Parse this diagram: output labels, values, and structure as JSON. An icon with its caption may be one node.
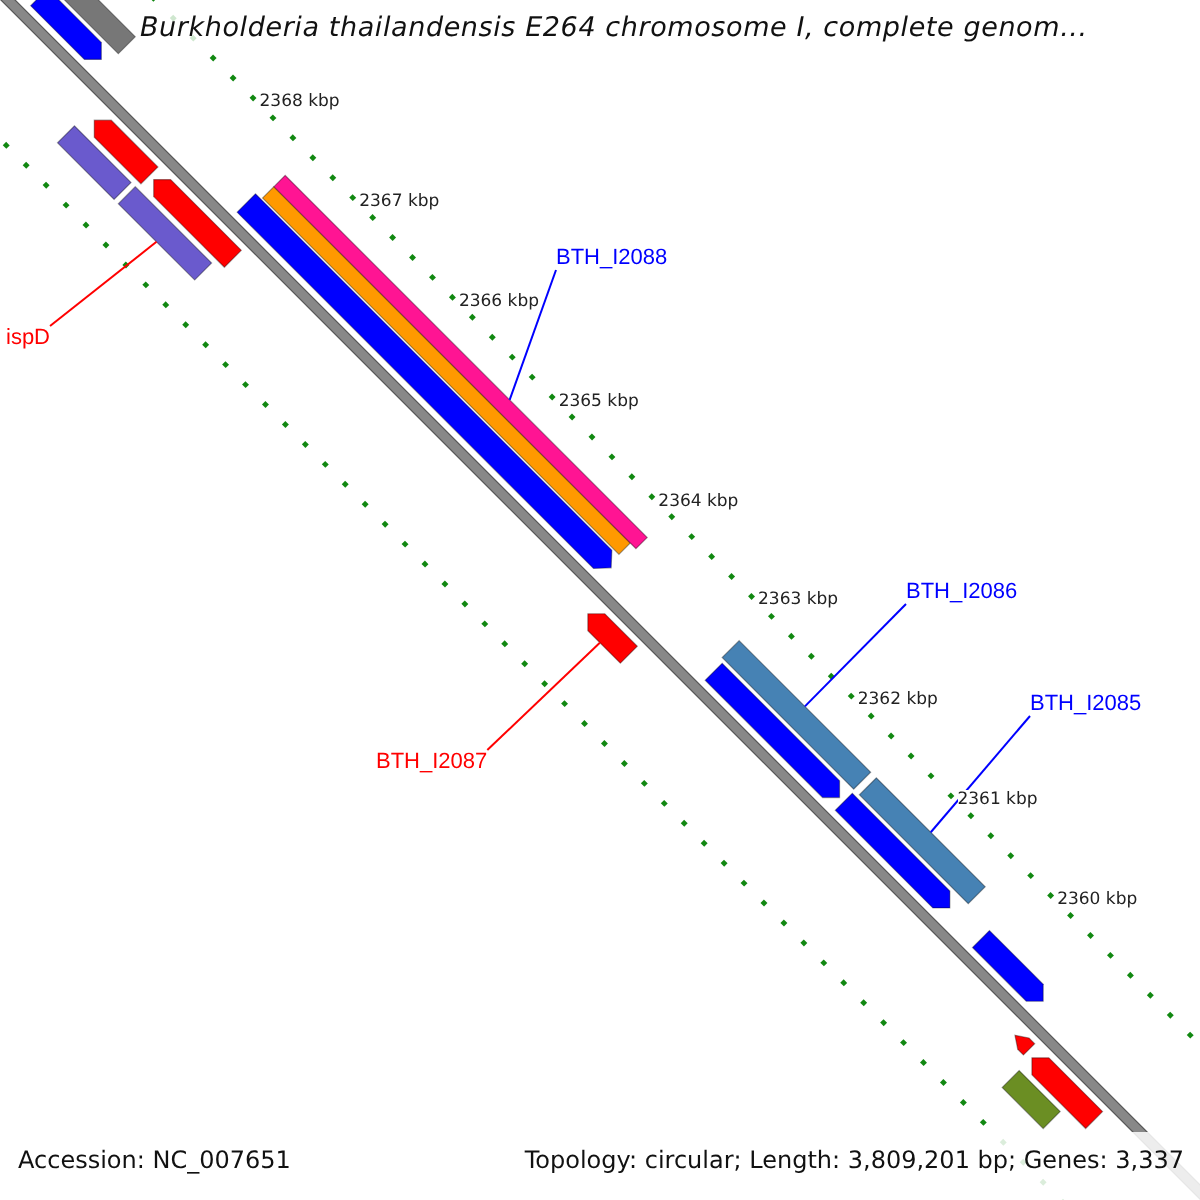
{
  "diagram": {
    "title": "Burkholderia thailandensis E264 chromosome I, complete genom...",
    "nodes": [
      {
        "text": [
          "BTH_I2088"
        ]
      },
      {
        "text": [
          "ispD"
        ]
      },
      {
        "text": [
          "BTH_I2086"
        ]
      },
      {
        "text": [
          "BTH_I2085"
        ]
      },
      {
        "text": [
          "BTH_I2087"
        ]
      },
      {
        "text": [],
        "shape": "bar"
      },
      {
        "text": [],
        "shape": "bar"
      },
      {
        "text": [],
        "shape": "bar"
      },
      {
        "text": [],
        "shape": "bar"
      },
      {
        "text": [],
        "shape": "bar"
      },
      {
        "text": [],
        "shape": "bar"
      },
      {
        "text": [],
        "shape": "bar"
      },
      {
        "text": [],
        "shape": "bar"
      },
      {
        "text": [],
        "shape": "bar"
      },
      {
        "text": [],
        "shape": "bar"
      },
      {
        "text": [],
        "shape": "bar"
      },
      {
        "text": [],
        "shape": "bar"
      },
      {
        "text": [],
        "shape": "bar"
      },
      {
        "text": [],
        "shape": "bar"
      },
      {
        "text": [],
        "shape": "bar"
      },
      {
        "text": [],
        "shape": "bar"
      },
      {
        "text": [],
        "shape": "bar"
      },
      {
        "text": [],
        "shape": "bar"
      }
    ],
    "edges": [
      {
        "from": 0,
        "to": 5,
        "arrow": "none"
      },
      {
        "from": 1,
        "to": 6,
        "arrow": "none",
        "color": "#ff0000"
      },
      {
        "from": 2,
        "to": 8,
        "arrow": "none"
      },
      {
        "from": 3,
        "to": 9,
        "arrow": "none"
      },
      {
        "from": 4,
        "to": 7,
        "arrow": "none",
        "color": "#ff0000"
      }
    ],
    "labels": [
      "2368 kbp",
      "2367 kbp",
      "2366 kbp",
      "2365 kbp",
      "2364 kbp",
      "2363 kbp",
      "2362 kbp",
      "2361 kbp",
      "2360 kbp",
      "Accession: NC_007651",
      "Topology: circular; Length: 3,809,201 bp; Genes: 3,337"
    ]
  }
}
